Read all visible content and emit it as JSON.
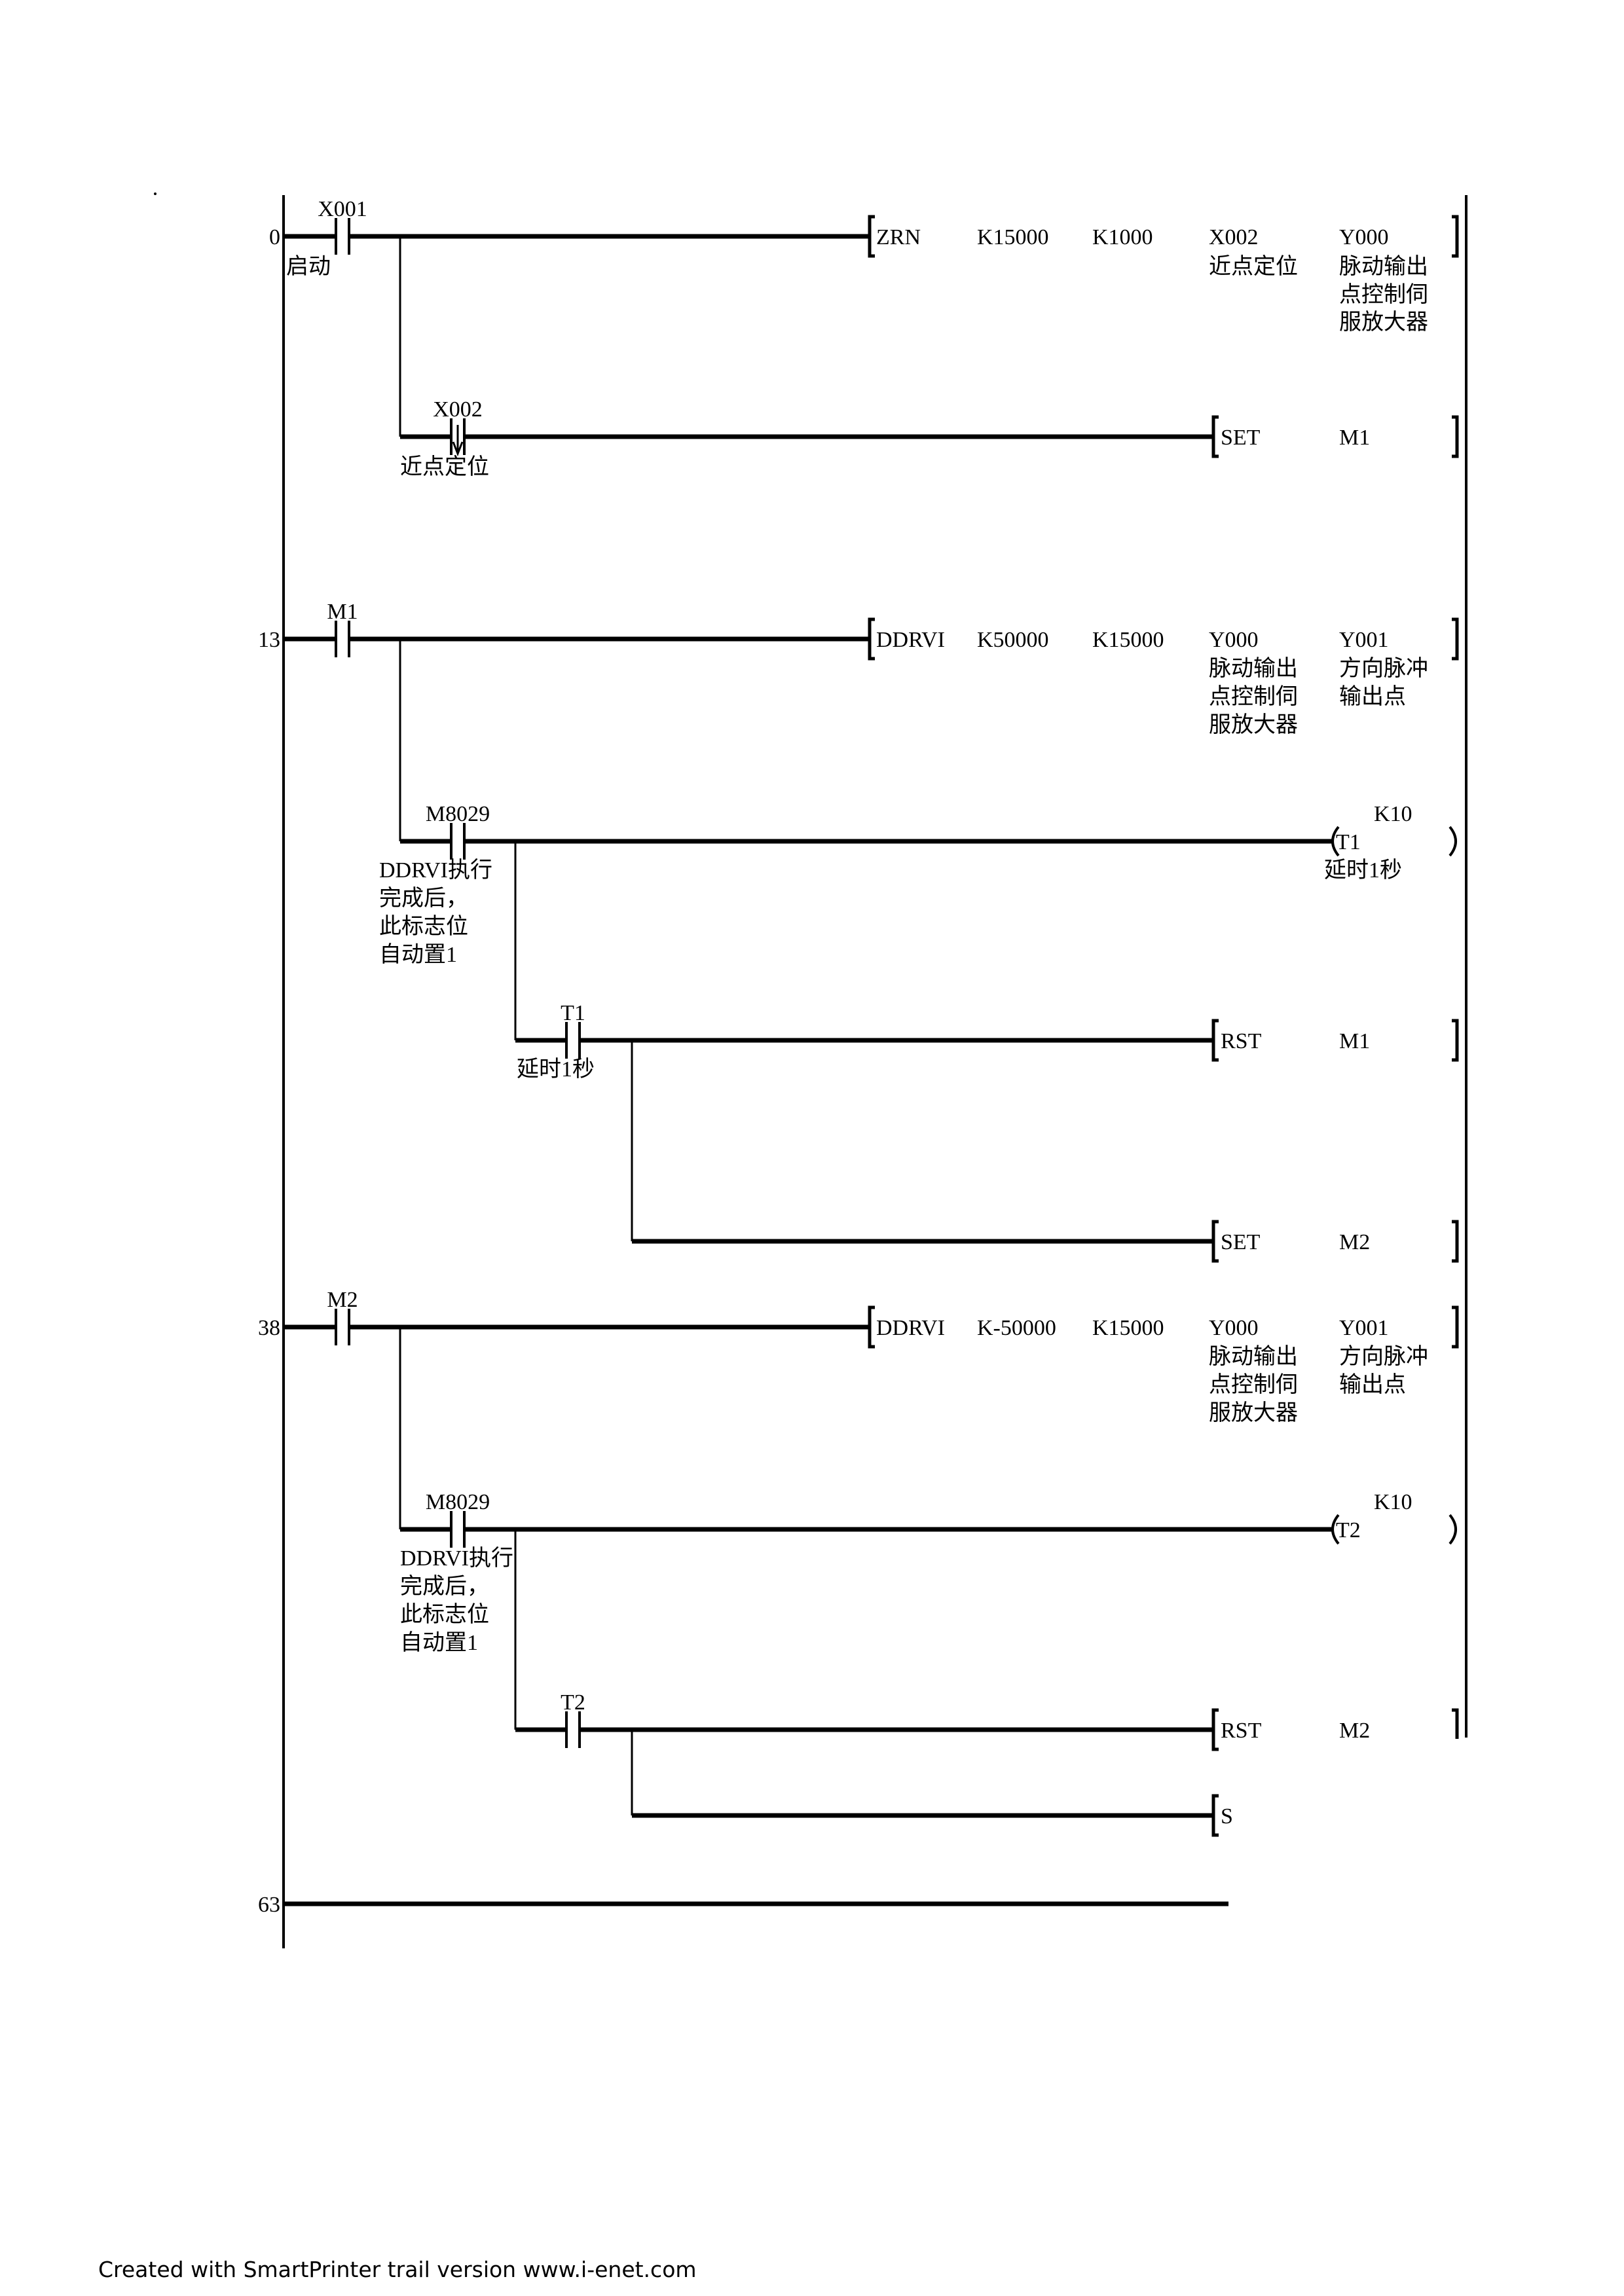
{
  "steps": [
    "0",
    "13",
    "38",
    "63"
  ],
  "rung0": {
    "contact_x001": "X001",
    "contact_x001_comment": "启动",
    "instr": "ZRN",
    "op1": "K15000",
    "op2": "K1000",
    "op3": "X002",
    "op3_comment": "近点定位",
    "op4": "Y000",
    "op4_comment": [
      "脉动输出",
      "点控制伺",
      "服放大器"
    ],
    "contact_x002": "X002",
    "contact_x002_comment": "近点定位",
    "set_instr": "SET",
    "set_op": "M1"
  },
  "rung13": {
    "contact_m1": "M1",
    "instr": "DDRVI",
    "op1": "K50000",
    "op2": "K15000",
    "op3": "Y000",
    "op3_comment": [
      "脉动输出",
      "点控制伺",
      "服放大器"
    ],
    "op4": "Y001",
    "op4_comment": [
      "方向脉冲",
      "输出点"
    ],
    "contact_m8029": "M8029",
    "contact_m8029_comment": [
      "DDRVI执行",
      "完成后，",
      "此标志位",
      "自动置1"
    ],
    "timer_coil": "T1",
    "timer_k": "K10",
    "timer_comment": "延时1秒",
    "contact_t1": "T1",
    "contact_t1_comment": "延时1秒",
    "rst_instr": "RST",
    "rst_op": "M1",
    "set_instr": "SET",
    "set_op": "M2"
  },
  "rung38": {
    "contact_m2": "M2",
    "instr": "DDRVI",
    "op1": "K-50000",
    "op2": "K15000",
    "op3": "Y000",
    "op3_comment": [
      "脉动输出",
      "点控制伺",
      "服放大器"
    ],
    "op4": "Y001",
    "op4_comment": [
      "方向脉冲",
      "输出点"
    ],
    "contact_m8029": "M8029",
    "contact_m8029_comment": [
      "DDRVI执行",
      "完成后，",
      "此标志位",
      "自动置1"
    ],
    "timer_coil": "T2",
    "timer_k": "K10",
    "contact_t2": "T2",
    "rst_instr": "RST",
    "rst_op": "M2",
    "set_instr_partial": "S"
  },
  "footer": "Created with SmartPrinter trail version www.i-enet.com"
}
